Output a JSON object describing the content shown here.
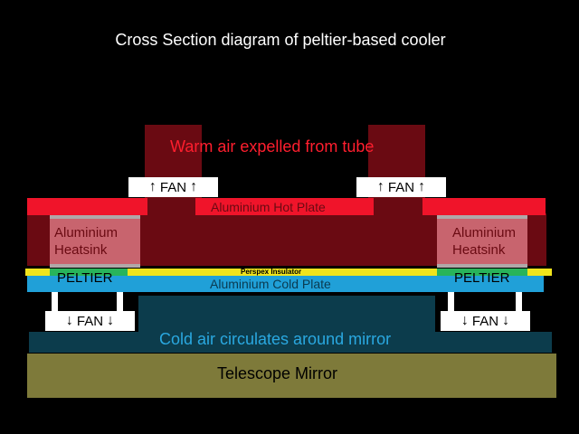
{
  "title": "Cross Section diagram of peltier-based cooler",
  "labels": {
    "warm_air": "Warm air expelled from tube",
    "fan": "FAN",
    "hot_plate": "Aluminium Hot Plate",
    "heatsink_line1": "Aluminium",
    "heatsink_line2": "Heatsink",
    "perspex": "Perspex Insulator",
    "peltier": "PELTIER",
    "cold_plate": "Aluminium Cold Plate",
    "cold_air": "Cold air circulates around mirror",
    "mirror": "Telescope Mirror"
  },
  "icons": {
    "arrow_up": "↑",
    "arrow_down": "↓"
  },
  "colors": {
    "background": "#000000",
    "warm_air": "#6a0a12",
    "hot_plate": "#f0142a",
    "heatsink": "#c8646e",
    "perspex": "#f0e41c",
    "peltier": "#28b45a",
    "cold_plate": "#20a0d8",
    "cold_air_region": "#0c3c4c",
    "mirror": "#7e7a3a",
    "warm_text": "#ff1e2e",
    "cold_text": "#2aa8e0"
  }
}
